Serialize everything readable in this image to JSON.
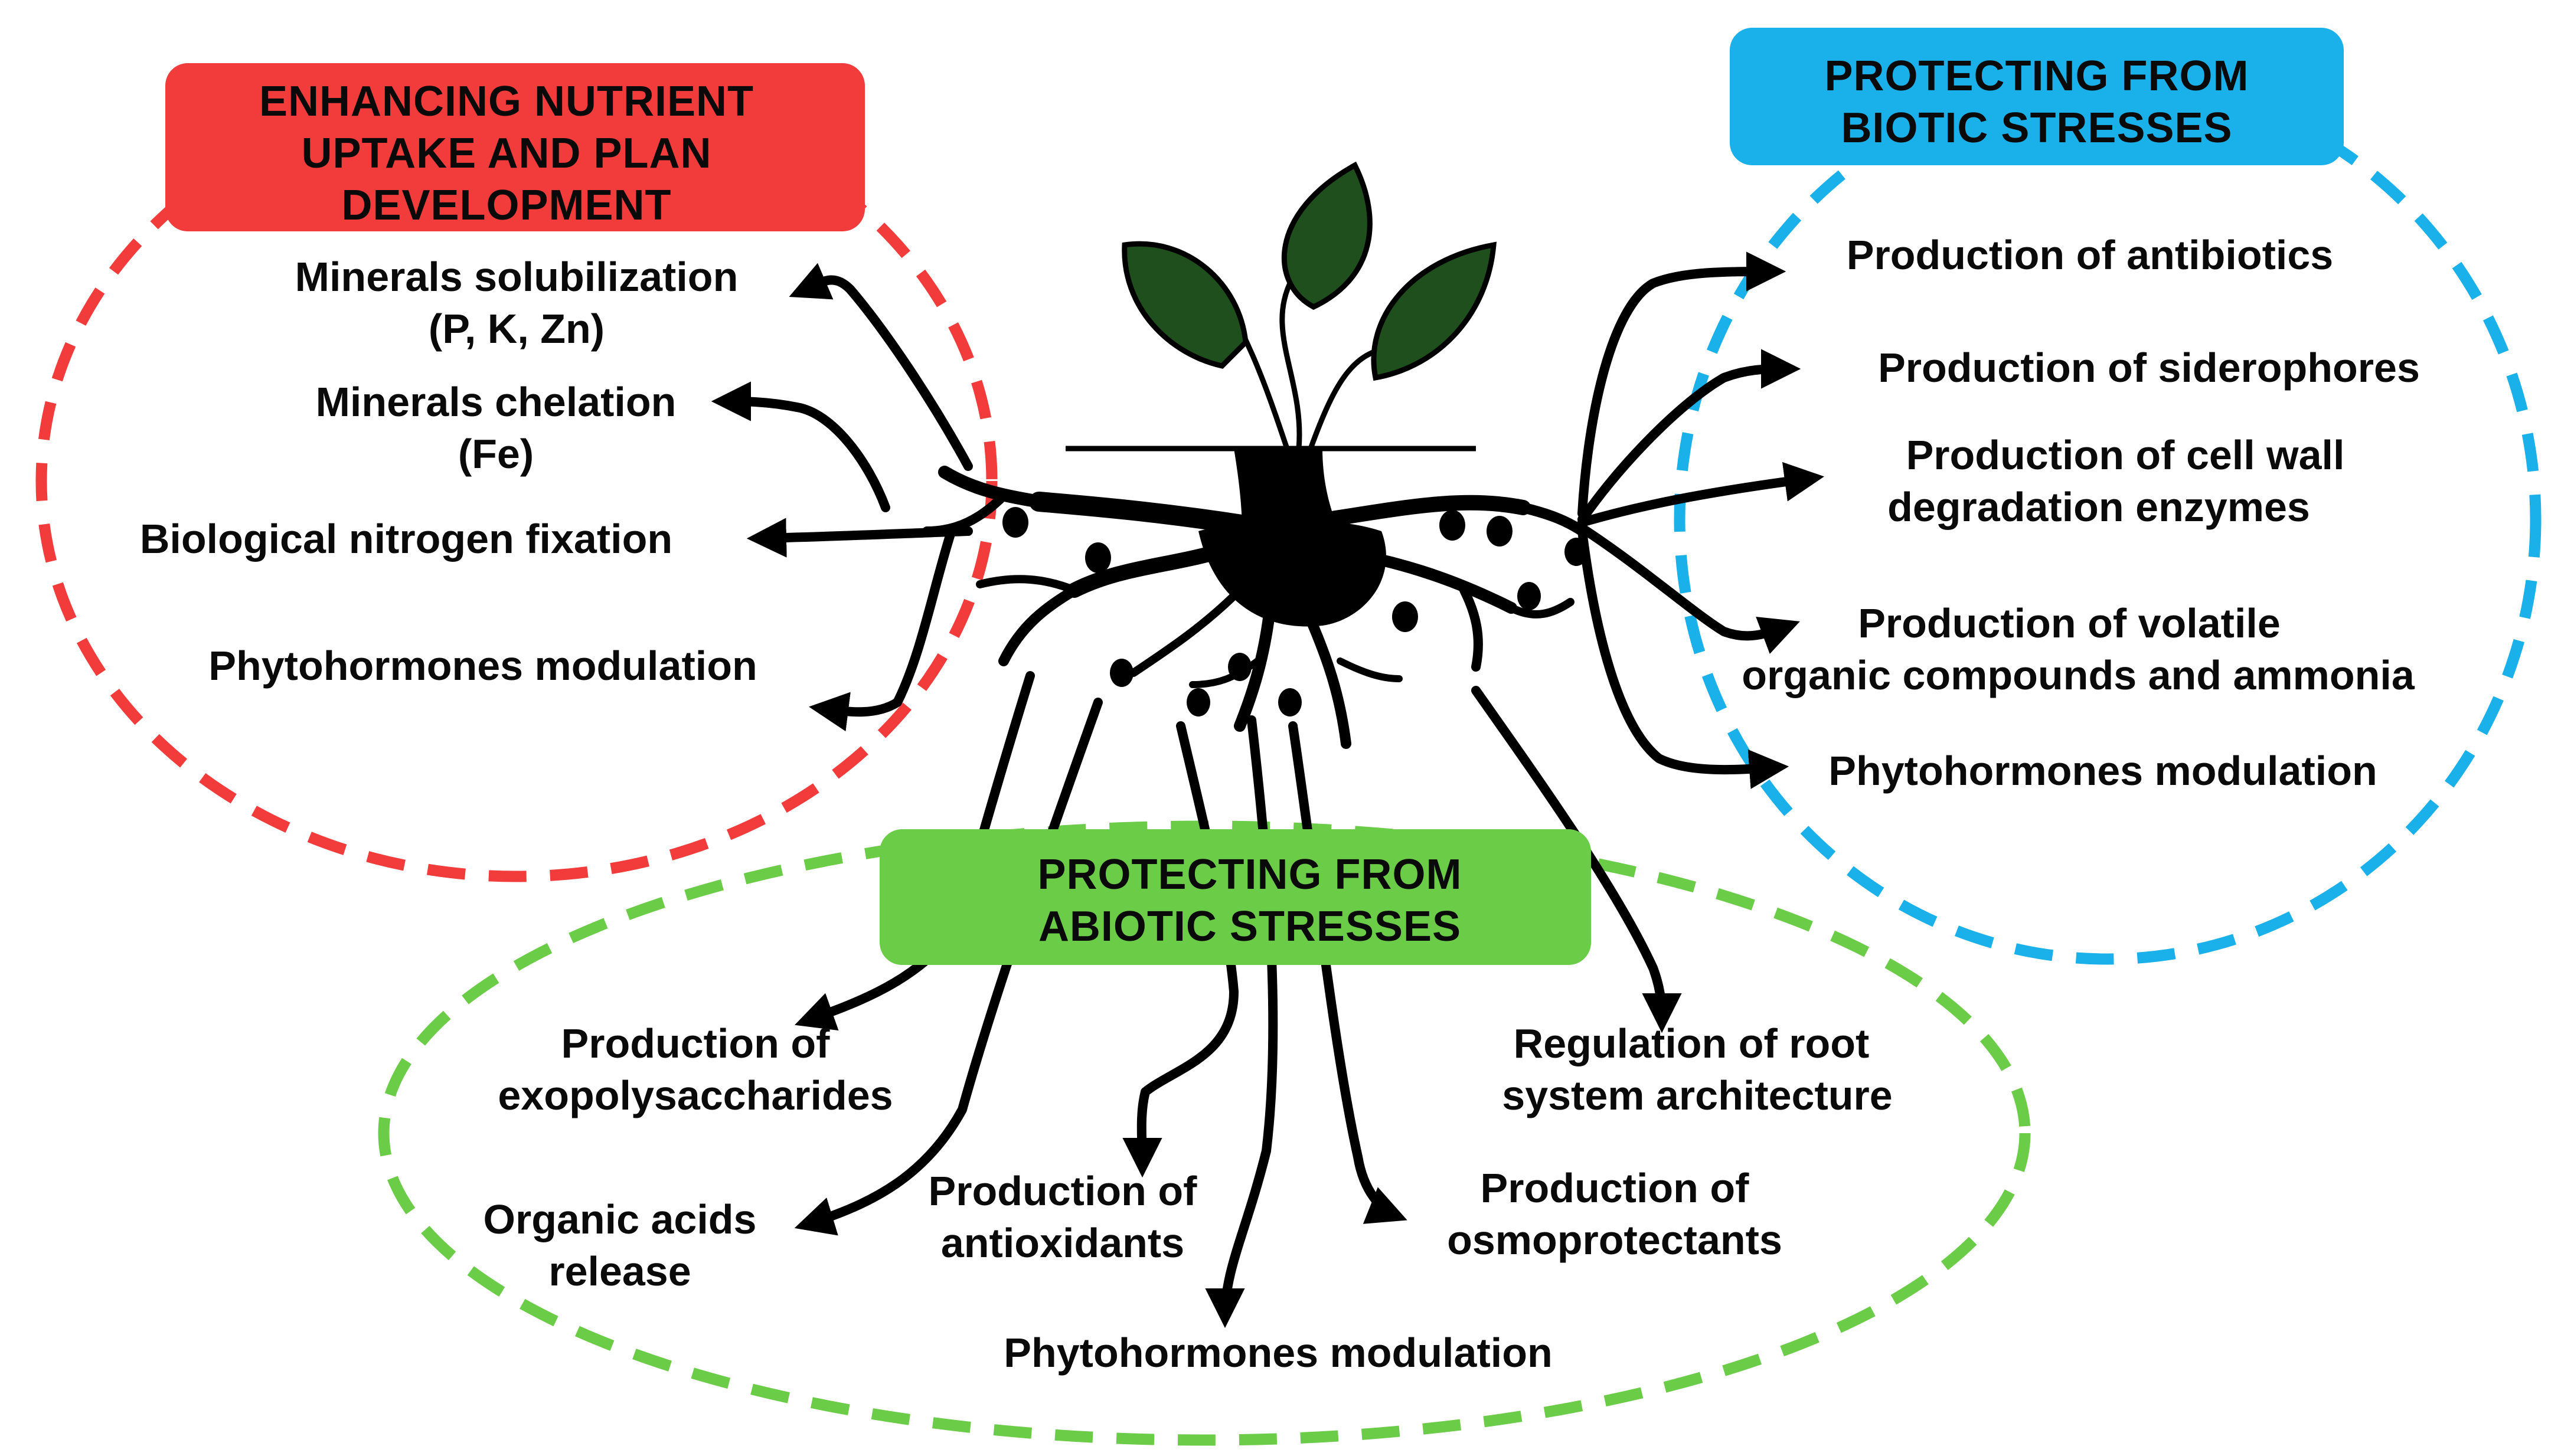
{
  "colors": {
    "nutrient": "#f23b3b",
    "biotic": "#1ab0ea",
    "abiotic": "#6bcc48",
    "leaf": "#1f4f1c",
    "ink": "#000000"
  },
  "groups": {
    "nutrient": {
      "header_lines": [
        "ENHANCING NUTRIENT",
        "UPTAKE AND PLAN",
        "DEVELOPMENT"
      ],
      "items": [
        {
          "lines": [
            "Minerals solubilization",
            "(P, K, Zn)"
          ]
        },
        {
          "lines": [
            "Minerals chelation",
            "(Fe)"
          ]
        },
        {
          "lines": [
            "Biological nitrogen fixation"
          ]
        },
        {
          "lines": [
            "Phytohormones modulation"
          ]
        }
      ]
    },
    "biotic": {
      "header_lines": [
        "PROTECTING FROM",
        "BIOTIC STRESSES"
      ],
      "items": [
        {
          "lines": [
            "Production of  antibiotics"
          ]
        },
        {
          "lines": [
            "Production of  siderophores"
          ]
        },
        {
          "lines": [
            "Production of cell wall",
            "degradation enzymes"
          ]
        },
        {
          "lines": [
            "Production of volatile",
            "organic compounds and ammonia"
          ]
        },
        {
          "lines": [
            "Phytohormones modulation"
          ]
        }
      ]
    },
    "abiotic": {
      "header_lines": [
        "PROTECTING FROM",
        "ABIOTIC STRESSES"
      ],
      "items": [
        {
          "lines": [
            "Production of",
            "exopolysaccharides"
          ]
        },
        {
          "lines": [
            "Organic acids",
            "release"
          ]
        },
        {
          "lines": [
            "Production of",
            "antioxidants"
          ]
        },
        {
          "lines": [
            "Phytohormones modulation"
          ]
        },
        {
          "lines": [
            "Production of",
            "osmoprotectants"
          ]
        },
        {
          "lines": [
            "Regulation of root",
            "system architecture"
          ]
        }
      ]
    }
  }
}
